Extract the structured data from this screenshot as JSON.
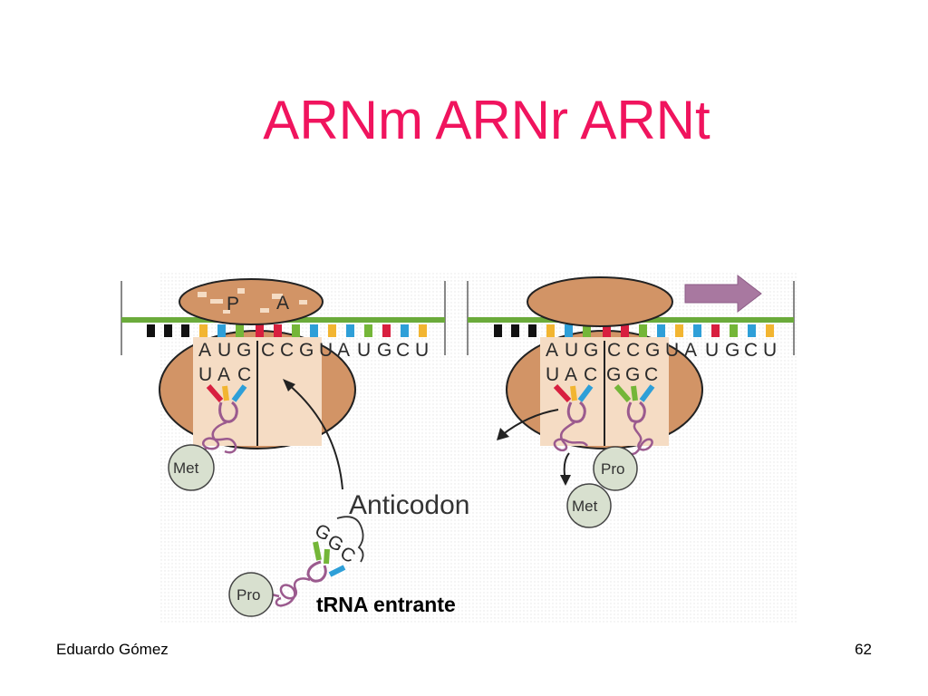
{
  "title": "ARNm ARNr ARNt",
  "footer": {
    "author": "Eduardo Gómez",
    "page": "62"
  },
  "colors": {
    "title": "#f0145e",
    "ribosome": "#d29466",
    "mrna": "#6bab3b",
    "trna": "#9b5a8e",
    "amino_acid": "#d8e0cf"
  },
  "panel1": {
    "site_p": "P",
    "site_a": "A",
    "codons": [
      "A",
      "U",
      "G",
      "C",
      "C",
      "G",
      "U",
      "A",
      "U",
      "G",
      "C",
      "U"
    ],
    "anticodon_p": [
      "U",
      "A",
      "C"
    ],
    "amino_p": "Met"
  },
  "incoming": {
    "label_anticodon": "Anticodon",
    "anticodon": [
      "G",
      "G",
      "C"
    ],
    "amino": "Pro",
    "label": "tRNA entrante"
  },
  "panel2": {
    "codons": [
      "A",
      "U",
      "G",
      "C",
      "C",
      "G",
      "U",
      "A",
      "U",
      "G",
      "C",
      "U"
    ],
    "anticodon_p": [
      "U",
      "A",
      "C"
    ],
    "anticodon_a": [
      "G",
      "G",
      "C"
    ],
    "amino_a": "Pro",
    "amino_released": "Met"
  }
}
